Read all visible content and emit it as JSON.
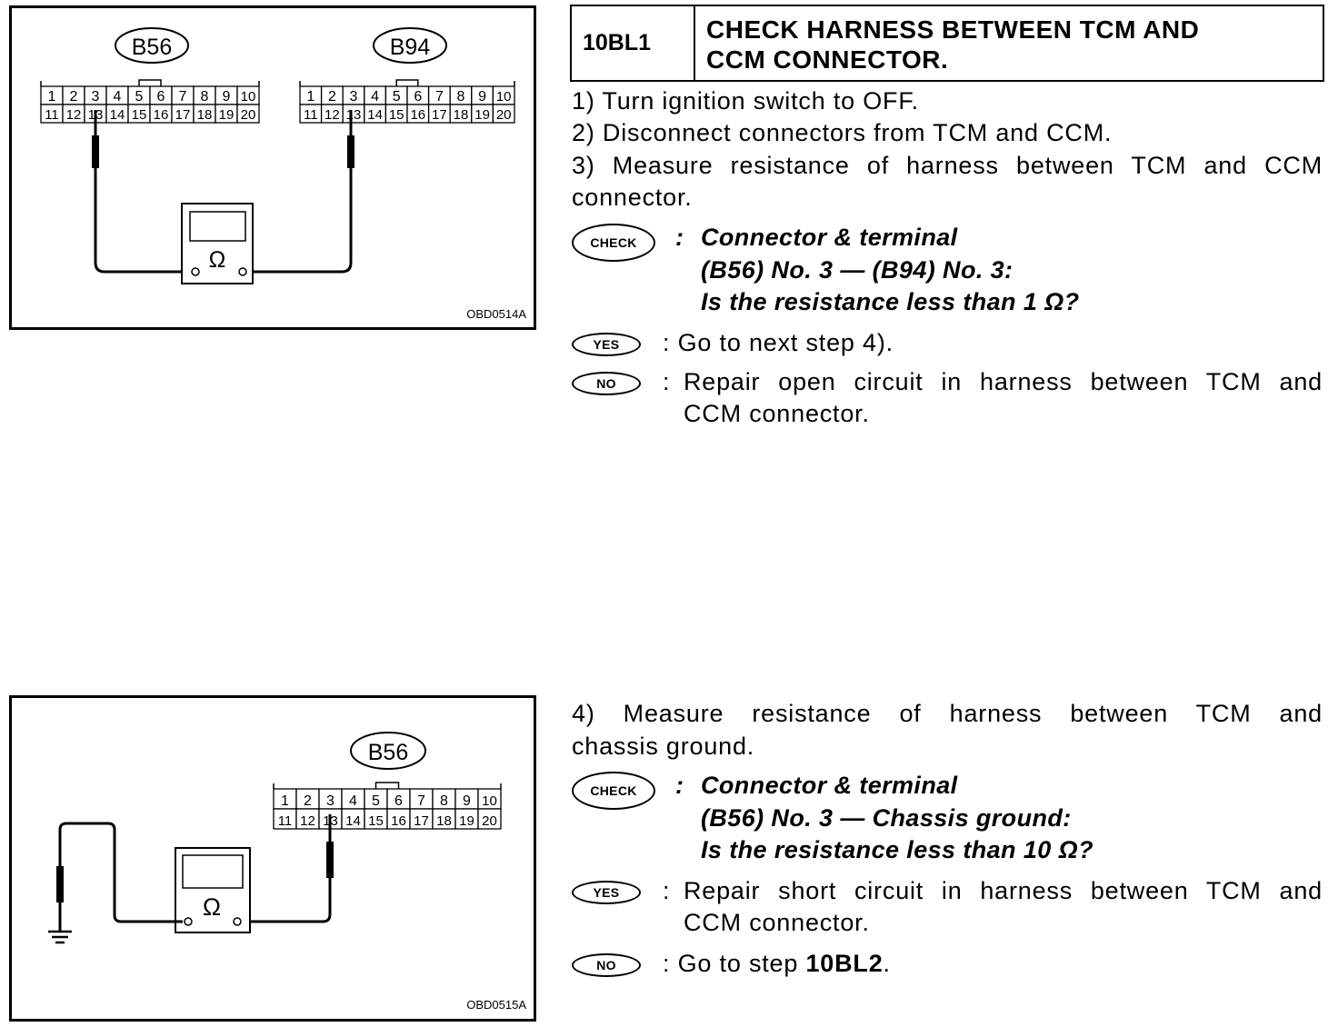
{
  "figure1": {
    "connector_left": "B56",
    "connector_right": "B94",
    "pins_top": [
      "1",
      "2",
      "3",
      "4",
      "5",
      "6",
      "7",
      "8",
      "9",
      "10"
    ],
    "pins_bottom": [
      "11",
      "12",
      "13",
      "14",
      "15",
      "16",
      "17",
      "18",
      "19",
      "20"
    ],
    "meter_symbol": "Ω",
    "figure_code": "OBD0514A"
  },
  "figure2": {
    "connector": "B56",
    "pins_top": [
      "1",
      "2",
      "3",
      "4",
      "5",
      "6",
      "7",
      "8",
      "9",
      "10"
    ],
    "pins_bottom": [
      "11",
      "12",
      "13",
      "14",
      "15",
      "16",
      "17",
      "18",
      "19",
      "20"
    ],
    "meter_symbol": "Ω",
    "figure_code": "OBD0515A"
  },
  "header": {
    "step_id": "10BL1",
    "title_line1": "CHECK HARNESS BETWEEN TCM AND",
    "title_line2": "CCM CONNECTOR."
  },
  "steps_part1": [
    "1)  Turn ignition switch to OFF.",
    "2)  Disconnect connectors from TCM and CCM.",
    "3)  Measure resistance of harness between TCM and CCM",
    "connector."
  ],
  "check1": {
    "badge": "CHECK",
    "line1": "Connector & terminal",
    "line2": "(B56) No. 3 — (B94) No. 3:",
    "line3": "Is the resistance less than 1 Ω?"
  },
  "yes1": {
    "badge": "YES",
    "text": "Go to next step 4)."
  },
  "no1": {
    "badge": "NO",
    "line1": "Repair open circuit in harness between TCM and",
    "line2": "CCM connector."
  },
  "steps_part2": [
    "4) Measure resistance of harness between TCM and",
    "chassis ground."
  ],
  "check2": {
    "badge": "CHECK",
    "line1": "Connector & terminal",
    "line2": "(B56) No. 3 — Chassis ground:",
    "line3": "Is the resistance less than 10 Ω?"
  },
  "yes2": {
    "badge": "YES",
    "line1": "Repair short circuit in harness between TCM and",
    "line2": "CCM connector."
  },
  "no2": {
    "badge": "NO",
    "text_prefix": "Go to step ",
    "text_bold": "10BL2",
    "text_suffix": "."
  }
}
